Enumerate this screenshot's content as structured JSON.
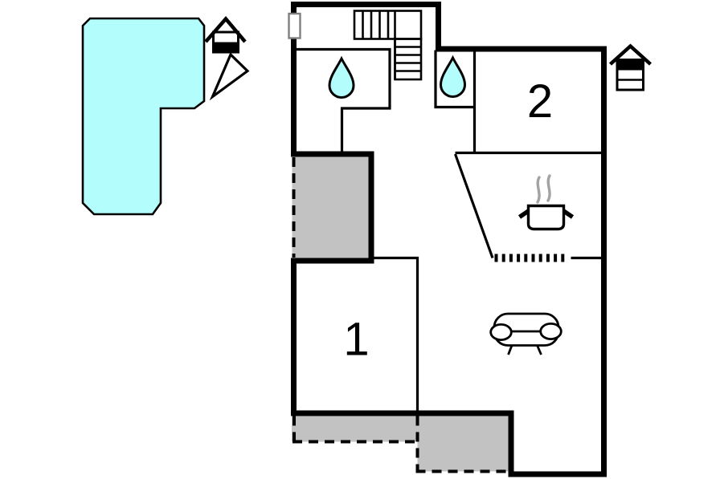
{
  "labels": {
    "room1": "1",
    "room2": "2"
  },
  "colors": {
    "background": "#ffffff",
    "wall": "#000000",
    "pool": "#b3fdfd",
    "terrace": "#c2c2c2",
    "steam": "#a3a3a3",
    "window_marker": "#7f7f7f"
  },
  "features": [
    "swimming-pool",
    "floor-level-house-icon-ground",
    "north-direction-arrow",
    "floor-level-house-icon-upper",
    "staircase",
    "bathroom-water-drop-left",
    "bathroom-water-drop-right",
    "kitchen-pot-with-steam",
    "kitchen-counter-dotted-line",
    "sofa",
    "terrace-upper",
    "terrace-lower-left",
    "terrace-lower-right",
    "window-marker"
  ]
}
